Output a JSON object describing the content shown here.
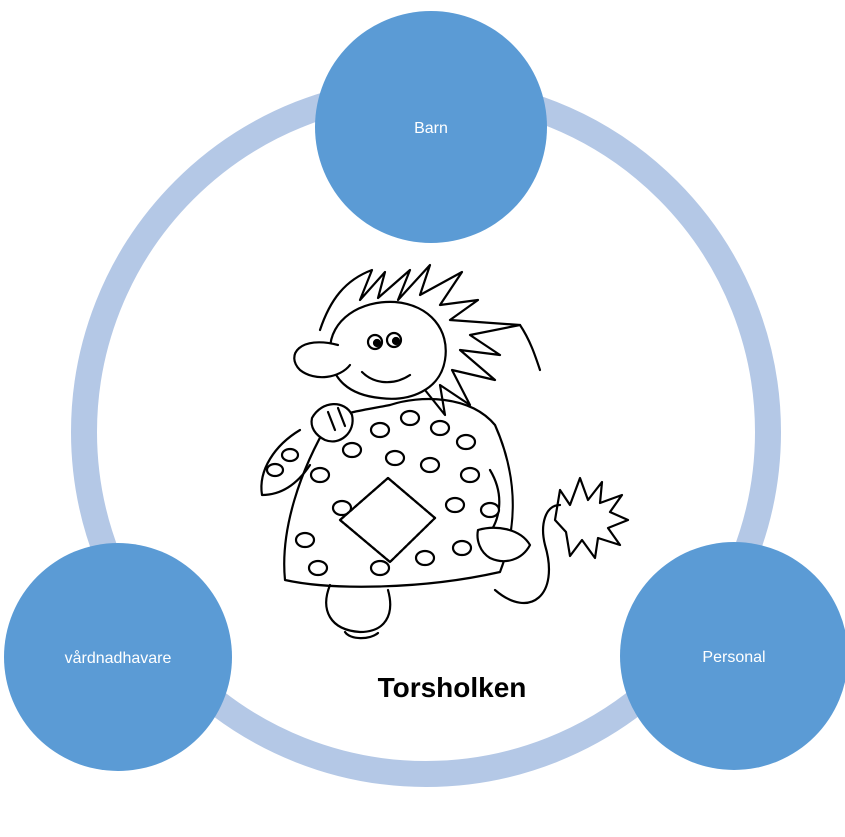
{
  "diagram": {
    "center_title": "Torsholken",
    "nodes": [
      {
        "label": "Barn"
      },
      {
        "label": "Personal"
      },
      {
        "label": "vårdnadhavare"
      }
    ],
    "illustration": "troll-character",
    "colors": {
      "node_fill": "#5b9bd5",
      "ring": "#b4c8e6",
      "node_label": "#ffffff",
      "title": "#000000"
    }
  }
}
